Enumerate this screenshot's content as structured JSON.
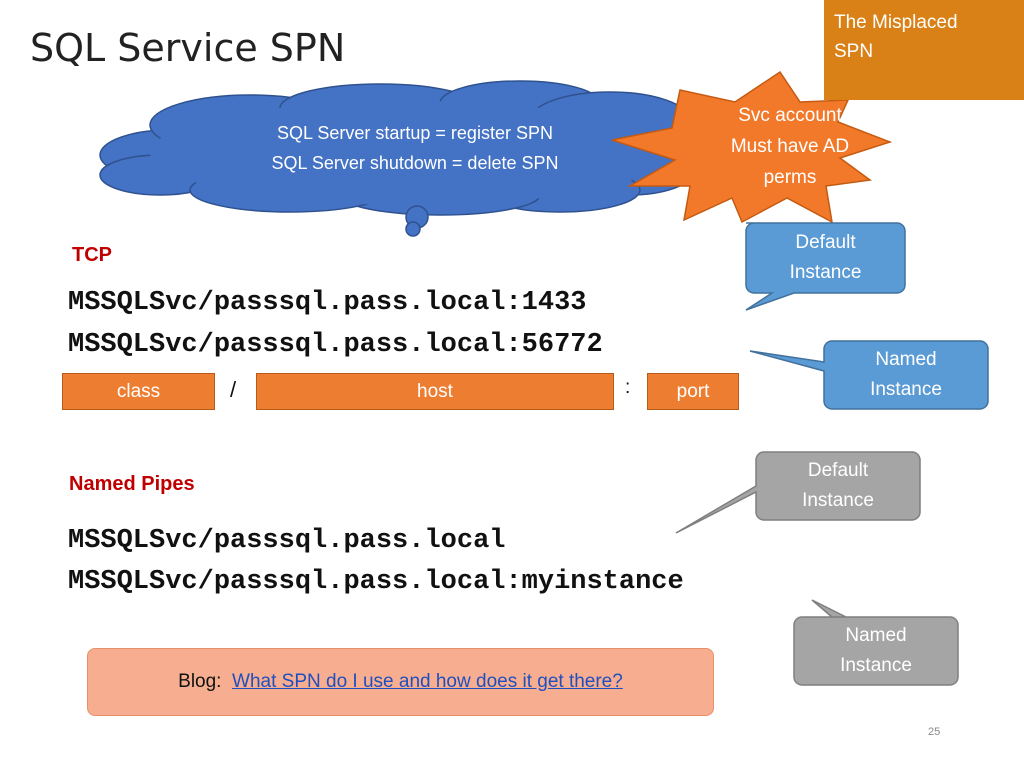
{
  "slide": {
    "title": "SQL Service SPN",
    "corner_tag": {
      "line1": "The Misplaced",
      "line2": "SPN"
    },
    "cloud": {
      "line1": "SQL Server startup = register SPN",
      "line2": "SQL Server shutdown = delete SPN"
    },
    "starburst": {
      "line1": "Svc account",
      "line2": "Must have AD",
      "line3": "perms"
    },
    "tcp": {
      "label": "TCP",
      "spn1": "MSSQLSvc/passsql.pass.local:1433",
      "spn2": "MSSQLSvc/passsql.pass.local:56772"
    },
    "legend": {
      "class_label": "class",
      "slash": "/",
      "host_label": "host",
      "colon": ":",
      "port_label": "port"
    },
    "callouts": {
      "tcp_default": {
        "line1": "Default",
        "line2": "Instance"
      },
      "tcp_named": {
        "line1": "Named",
        "line2": "Instance"
      },
      "np_default": {
        "line1": "Default",
        "line2": "Instance"
      },
      "np_named": {
        "line1": "Named",
        "line2": "Instance"
      }
    },
    "named_pipes": {
      "label": "Named Pipes",
      "spn1": "MSSQLSvc/passsql.pass.local",
      "spn2": "MSSQLSvc/passsql.pass.local:myinstance"
    },
    "blog": {
      "prefix": "Blog:",
      "link_text": "What SPN do I use and how does it get there?"
    },
    "page_number": "25",
    "colors": {
      "cloud": "#4472c4",
      "starburst": "#f2792a",
      "corner": "#d98116",
      "legend_box": "#ed7d31",
      "callout_blue": "#5b9bd5",
      "callout_gray": "#a5a5a5",
      "section_label": "#c00000",
      "blog_box": "#f7ae90"
    }
  }
}
